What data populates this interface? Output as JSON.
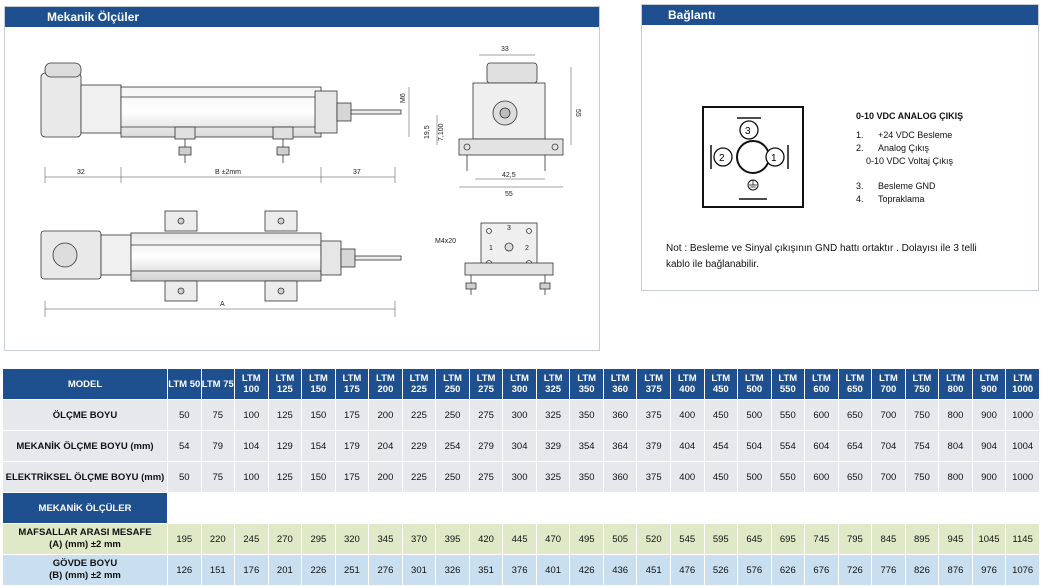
{
  "mech_panel": {
    "title": "Mekanik Ölçüler",
    "dims": {
      "left_len": "32",
      "b_len": "B ±2mm",
      "right_len": "37",
      "a_len": "A",
      "top_w": "33",
      "height": "55",
      "m6": "M6",
      "h195": "19,5",
      "h71": "7,100",
      "w425": "42,5",
      "w55": "55",
      "m4": "M4x20",
      "pin3": "3",
      "pin1": "1",
      "pin2": "2"
    }
  },
  "conn_panel": {
    "title": "Bağlantı",
    "pins": [
      "3",
      "2",
      "1"
    ],
    "heading": "0-10 VDC ANALOG ÇIKIŞ",
    "items": [
      {
        "num": "1.",
        "text": "+24 VDC Besleme"
      },
      {
        "num": "2.",
        "text": "Analog Çıkış"
      },
      {
        "num": "",
        "text": "0-10 VDC Voltaj Çıkış"
      },
      {
        "num": "3.",
        "text": "Besleme GND"
      },
      {
        "num": "4.",
        "text": "Topraklama"
      }
    ],
    "note_line1": "Not : Besleme ve Sinyal çıkışının GND hattı ortaktır . Dolayısı ile 3 telli",
    "note_line2": "kablo ile bağlanabilir."
  },
  "table": {
    "model_label": "MODEL",
    "models": [
      "LTM 50",
      "LTM 75",
      "LTM 100",
      "LTM 125",
      "LTM 150",
      "LTM 175",
      "LTM 200",
      "LTM 225",
      "LTM 250",
      "LTM 275",
      "LTM 300",
      "LTM 325",
      "LTM 350",
      "LTM 360",
      "LTM 375",
      "LTM 400",
      "LTM 450",
      "LTM 500",
      "LTM 550",
      "LTM 600",
      "LTM 650",
      "LTM 700",
      "LTM 750",
      "LTM 800",
      "LTM 900",
      "LTM 1000"
    ],
    "rows_top": [
      {
        "label": "ÖLÇME BOYU",
        "values": [
          "50",
          "75",
          "100",
          "125",
          "150",
          "175",
          "200",
          "225",
          "250",
          "275",
          "300",
          "325",
          "350",
          "360",
          "375",
          "400",
          "450",
          "500",
          "550",
          "600",
          "650",
          "700",
          "750",
          "800",
          "900",
          "1000"
        ]
      },
      {
        "label": "MEKANİK ÖLÇME BOYU (mm)",
        "values": [
          "54",
          "79",
          "104",
          "129",
          "154",
          "179",
          "204",
          "229",
          "254",
          "279",
          "304",
          "329",
          "354",
          "364",
          "379",
          "404",
          "454",
          "504",
          "554",
          "604",
          "654",
          "704",
          "754",
          "804",
          "904",
          "1004"
        ]
      },
      {
        "label": "ELEKTRİKSEL ÖLÇME BOYU  (mm)",
        "values": [
          "50",
          "75",
          "100",
          "125",
          "150",
          "175",
          "200",
          "225",
          "250",
          "275",
          "300",
          "325",
          "350",
          "360",
          "375",
          "400",
          "450",
          "500",
          "550",
          "600",
          "650",
          "700",
          "750",
          "800",
          "900",
          "1000"
        ]
      }
    ],
    "section_label": "MEKANİK ÖLÇÜLER",
    "row_a": {
      "label1": "MAFSALLAR ARASI MESAFE",
      "label2": "(A) (mm) ±2 mm",
      "values": [
        "195",
        "220",
        "245",
        "270",
        "295",
        "320",
        "345",
        "370",
        "395",
        "420",
        "445",
        "470",
        "495",
        "505",
        "520",
        "545",
        "595",
        "645",
        "695",
        "745",
        "795",
        "845",
        "895",
        "945",
        "1045",
        "1145"
      ]
    },
    "row_b": {
      "label1": "GÖVDE BOYU",
      "label2": "(B) (mm) ±2 mm",
      "values": [
        "126",
        "151",
        "176",
        "201",
        "226",
        "251",
        "276",
        "301",
        "326",
        "351",
        "376",
        "401",
        "426",
        "436",
        "451",
        "476",
        "526",
        "576",
        "626",
        "676",
        "726",
        "776",
        "826",
        "876",
        "976",
        "1076"
      ]
    }
  }
}
